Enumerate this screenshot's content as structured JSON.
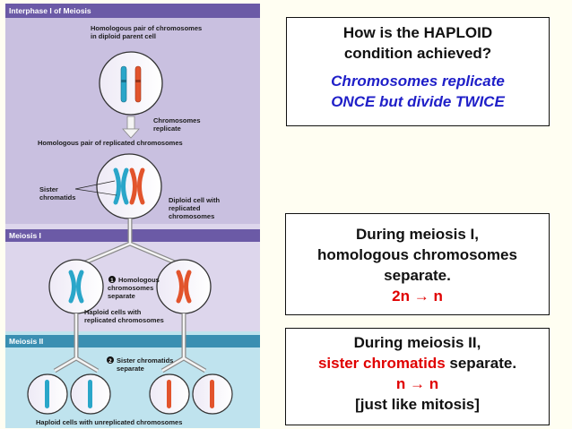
{
  "diagram": {
    "bands": {
      "interphase": "Interphase I of Meiosis",
      "meiosis1": "Meiosis I",
      "meiosis2": "Meiosis II"
    },
    "labels": {
      "homologous_pair_l1": "Homologous pair of chromosomes",
      "homologous_pair_l2": "in diploid parent cell",
      "chrom_replicate_l1": "Chromosomes",
      "chrom_replicate_l2": "replicate",
      "replicated_pair": "Homologous pair of replicated chromosomes",
      "sister_l1": "Sister",
      "sister_l2": "chromatids",
      "diploid_l1": "Diploid cell with",
      "diploid_l2": "replicated",
      "diploid_l3": "chromosomes",
      "step1_num": "1",
      "step1_l1": "Homologous",
      "step1_l2": "chromosomes",
      "step1_l3": "separate",
      "haploid_rep_l1": "Haploid cells with",
      "haploid_rep_l2": "replicated chromosomes",
      "step2_num": "2",
      "step2_l1": "Sister chromatids",
      "step2_l2": "separate",
      "haploid_unrep": "Haploid cells with unreplicated chromosomes"
    },
    "colors": {
      "blue_chromosome": "#2aa6c9",
      "red_chromosome": "#e2542c"
    }
  },
  "box_haploid": {
    "question_l1": "How is the HAPLOID",
    "question_l2": "condition achieved?",
    "answer_l1": "Chromosomes replicate",
    "answer_l2": "ONCE but divide TWICE"
  },
  "box_meiosis1": {
    "line1": "During meiosis I,",
    "line2": "homologous chromosomes",
    "line3": "separate.",
    "ploidy": "2n → n"
  },
  "box_meiosis2": {
    "line1": "During meiosis II,",
    "highlight": "sister chromatids",
    "line2_rest": " separate.",
    "ploidy": "n → n",
    "note": "[just like mitosis]"
  }
}
